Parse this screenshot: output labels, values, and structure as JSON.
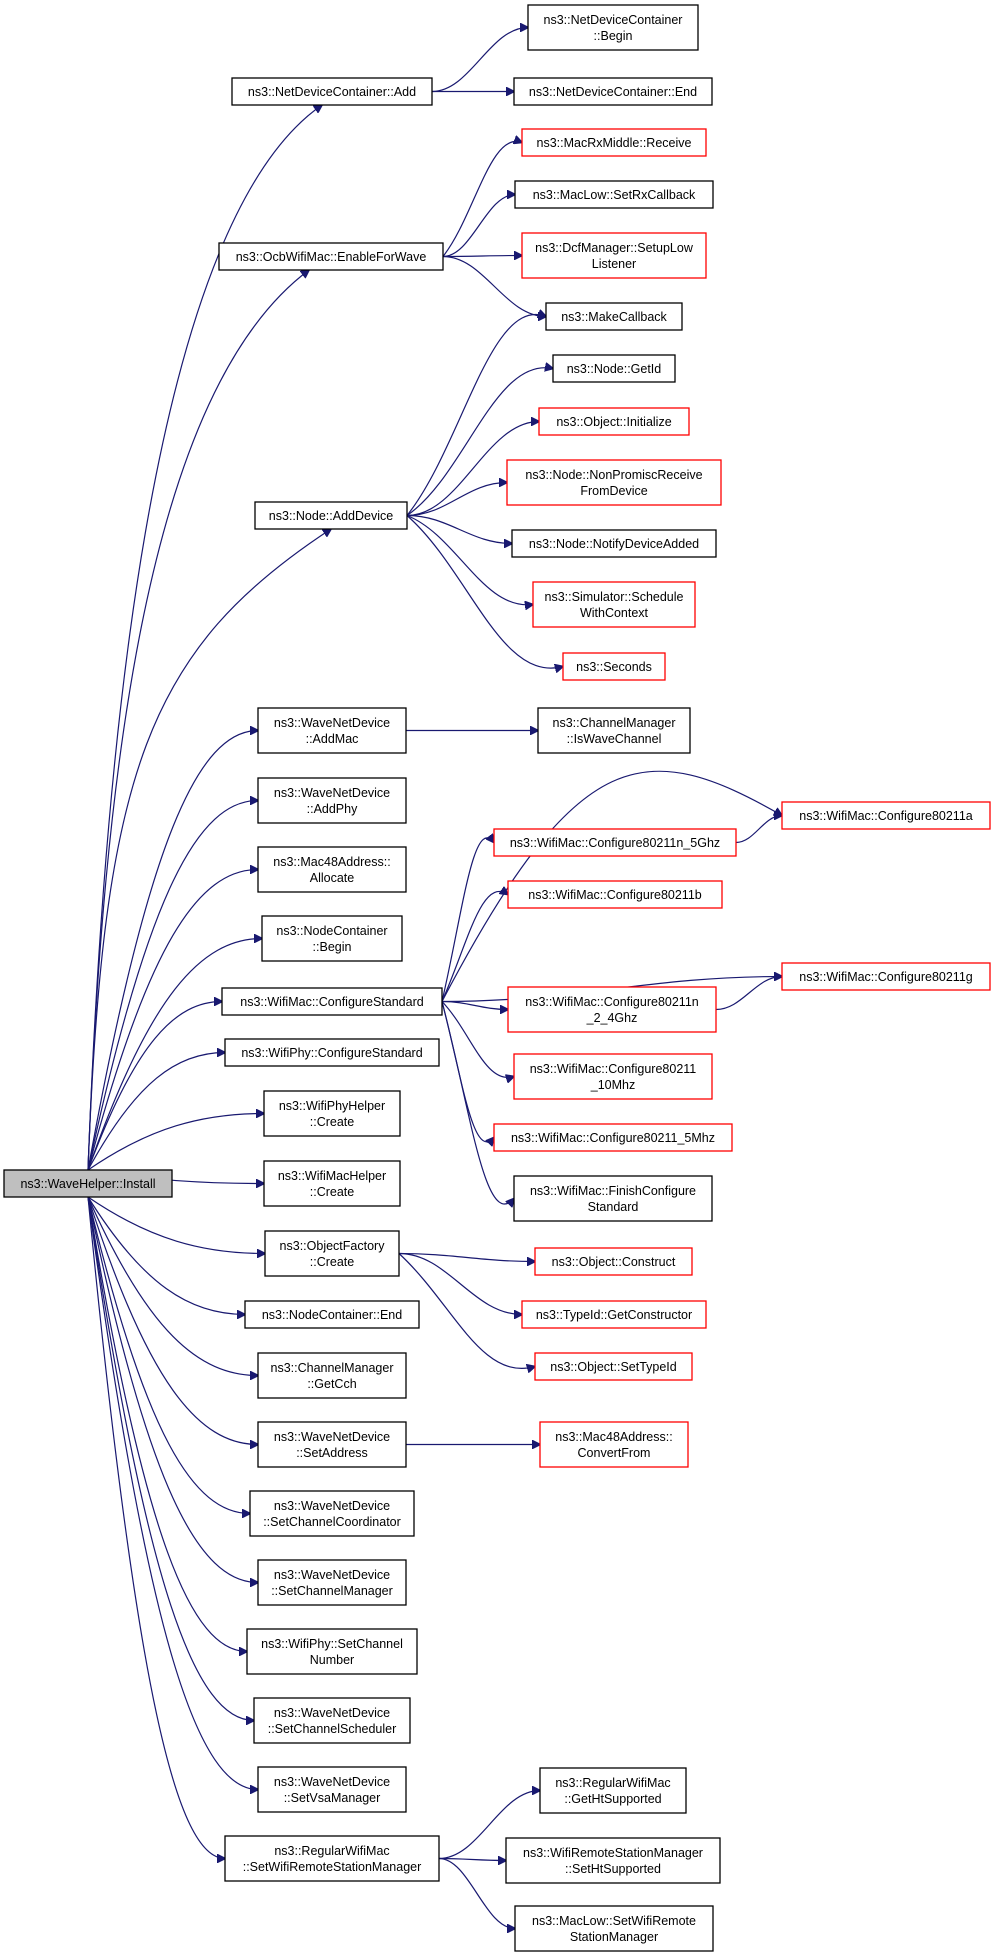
{
  "colors": {
    "edge": "#191970",
    "root_fill": "#bfbfbf",
    "node_fill": "#ffffff",
    "border_default": "#000000",
    "border_truncated": "#ff0000"
  },
  "nodes": [
    {
      "id": "install",
      "lines": [
        "ns3::WaveHelper::Install"
      ],
      "style": "root"
    },
    {
      "id": "ndc_add",
      "lines": [
        "ns3::NetDeviceContainer::Add"
      ],
      "style": "black"
    },
    {
      "id": "ndc_begin",
      "lines": [
        "ns3::NetDeviceContainer",
        "::Begin"
      ],
      "style": "black"
    },
    {
      "id": "ndc_end",
      "lines": [
        "ns3::NetDeviceContainer::End"
      ],
      "style": "black"
    },
    {
      "id": "ocb_enable",
      "lines": [
        "ns3::OcbWifiMac::EnableForWave"
      ],
      "style": "black"
    },
    {
      "id": "macrx_receive",
      "lines": [
        "ns3::MacRxMiddle::Receive"
      ],
      "style": "red"
    },
    {
      "id": "maclow_setrx",
      "lines": [
        "ns3::MacLow::SetRxCallback"
      ],
      "style": "black"
    },
    {
      "id": "dcf_setup",
      "lines": [
        "ns3::DcfManager::SetupLow",
        "Listener"
      ],
      "style": "red"
    },
    {
      "id": "makecallback",
      "lines": [
        "ns3::MakeCallback"
      ],
      "style": "black"
    },
    {
      "id": "node_getid",
      "lines": [
        "ns3::Node::GetId"
      ],
      "style": "black"
    },
    {
      "id": "obj_init",
      "lines": [
        "ns3::Object::Initialize"
      ],
      "style": "red"
    },
    {
      "id": "node_nonpromisc",
      "lines": [
        "ns3::Node::NonPromiscReceive",
        "FromDevice"
      ],
      "style": "red"
    },
    {
      "id": "node_notify",
      "lines": [
        "ns3::Node::NotifyDeviceAdded"
      ],
      "style": "black"
    },
    {
      "id": "sim_schedule",
      "lines": [
        "ns3::Simulator::Schedule",
        "WithContext"
      ],
      "style": "red"
    },
    {
      "id": "seconds",
      "lines": [
        "ns3::Seconds"
      ],
      "style": "red"
    },
    {
      "id": "node_adddevice",
      "lines": [
        "ns3::Node::AddDevice"
      ],
      "style": "black"
    },
    {
      "id": "wnd_addmac",
      "lines": [
        "ns3::WaveNetDevice",
        "::AddMac"
      ],
      "style": "black"
    },
    {
      "id": "cm_iswave",
      "lines": [
        "ns3::ChannelManager",
        "::IsWaveChannel"
      ],
      "style": "black"
    },
    {
      "id": "wnd_addphy",
      "lines": [
        "ns3::WaveNetDevice",
        "::AddPhy"
      ],
      "style": "black"
    },
    {
      "id": "mac48_alloc",
      "lines": [
        "ns3::Mac48Address::",
        "Allocate"
      ],
      "style": "black"
    },
    {
      "id": "nc_begin",
      "lines": [
        "ns3::NodeContainer",
        "::Begin"
      ],
      "style": "black"
    },
    {
      "id": "wm_configstd",
      "lines": [
        "ns3::WifiMac::ConfigureStandard"
      ],
      "style": "black"
    },
    {
      "id": "wm_80211a",
      "lines": [
        "ns3::WifiMac::Configure80211a"
      ],
      "style": "red"
    },
    {
      "id": "wm_80211n5",
      "lines": [
        "ns3::WifiMac::Configure80211n_5Ghz"
      ],
      "style": "red"
    },
    {
      "id": "wm_80211b",
      "lines": [
        "ns3::WifiMac::Configure80211b"
      ],
      "style": "red"
    },
    {
      "id": "wm_80211g",
      "lines": [
        "ns3::WifiMac::Configure80211g"
      ],
      "style": "red"
    },
    {
      "id": "wm_80211n24",
      "lines": [
        "ns3::WifiMac::Configure80211n",
        "_2_4Ghz"
      ],
      "style": "red"
    },
    {
      "id": "wm_10mhz",
      "lines": [
        "ns3::WifiMac::Configure80211",
        "_10Mhz"
      ],
      "style": "red"
    },
    {
      "id": "wm_5mhz",
      "lines": [
        "ns3::WifiMac::Configure80211_5Mhz"
      ],
      "style": "red"
    },
    {
      "id": "wm_finish",
      "lines": [
        "ns3::WifiMac::FinishConfigure",
        "Standard"
      ],
      "style": "black"
    },
    {
      "id": "wp_configstd",
      "lines": [
        "ns3::WifiPhy::ConfigureStandard"
      ],
      "style": "black"
    },
    {
      "id": "wph_create",
      "lines": [
        "ns3::WifiPhyHelper",
        "::Create"
      ],
      "style": "black"
    },
    {
      "id": "wmh_create",
      "lines": [
        "ns3::WifiMacHelper",
        "::Create"
      ],
      "style": "black"
    },
    {
      "id": "of_create",
      "lines": [
        "ns3::ObjectFactory",
        "::Create"
      ],
      "style": "black"
    },
    {
      "id": "obj_construct",
      "lines": [
        "ns3::Object::Construct"
      ],
      "style": "red"
    },
    {
      "id": "typeid_getctor",
      "lines": [
        "ns3::TypeId::GetConstructor"
      ],
      "style": "red"
    },
    {
      "id": "obj_settypeid",
      "lines": [
        "ns3::Object::SetTypeId"
      ],
      "style": "red"
    },
    {
      "id": "nc_end",
      "lines": [
        "ns3::NodeContainer::End"
      ],
      "style": "black"
    },
    {
      "id": "cm_getcch",
      "lines": [
        "ns3::ChannelManager",
        "::GetCch"
      ],
      "style": "black"
    },
    {
      "id": "wnd_setaddr",
      "lines": [
        "ns3::WaveNetDevice",
        "::SetAddress"
      ],
      "style": "black"
    },
    {
      "id": "mac48_convert",
      "lines": [
        "ns3::Mac48Address::",
        "ConvertFrom"
      ],
      "style": "red"
    },
    {
      "id": "wnd_setcoord",
      "lines": [
        "ns3::WaveNetDevice",
        "::SetChannelCoordinator"
      ],
      "style": "black"
    },
    {
      "id": "wnd_setmgr",
      "lines": [
        "ns3::WaveNetDevice",
        "::SetChannelManager"
      ],
      "style": "black"
    },
    {
      "id": "wp_setchnum",
      "lines": [
        "ns3::WifiPhy::SetChannel",
        "Number"
      ],
      "style": "black"
    },
    {
      "id": "wnd_setsched",
      "lines": [
        "ns3::WaveNetDevice",
        "::SetChannelScheduler"
      ],
      "style": "black"
    },
    {
      "id": "wnd_setvsa",
      "lines": [
        "ns3::WaveNetDevice",
        "::SetVsaManager"
      ],
      "style": "black"
    },
    {
      "id": "rwm_setrsm",
      "lines": [
        "ns3::RegularWifiMac",
        "::SetWifiRemoteStationManager"
      ],
      "style": "black"
    },
    {
      "id": "rwm_getht",
      "lines": [
        "ns3::RegularWifiMac",
        "::GetHtSupported"
      ],
      "style": "black"
    },
    {
      "id": "wrsm_setht",
      "lines": [
        "ns3::WifiRemoteStationManager",
        "::SetHtSupported"
      ],
      "style": "black"
    },
    {
      "id": "maclow_setrsm",
      "lines": [
        "ns3::MacLow::SetWifiRemote",
        "StationManager"
      ],
      "style": "black"
    }
  ],
  "edges": [
    {
      "from": "install",
      "to": "ndc_add"
    },
    {
      "from": "ndc_add",
      "to": "ndc_begin"
    },
    {
      "from": "ndc_add",
      "to": "ndc_end"
    },
    {
      "from": "install",
      "to": "ocb_enable"
    },
    {
      "from": "ocb_enable",
      "to": "macrx_receive"
    },
    {
      "from": "ocb_enable",
      "to": "maclow_setrx"
    },
    {
      "from": "ocb_enable",
      "to": "dcf_setup"
    },
    {
      "from": "ocb_enable",
      "to": "makecallback"
    },
    {
      "from": "install",
      "to": "node_adddevice"
    },
    {
      "from": "node_adddevice",
      "to": "makecallback"
    },
    {
      "from": "node_adddevice",
      "to": "node_getid"
    },
    {
      "from": "node_adddevice",
      "to": "obj_init"
    },
    {
      "from": "node_adddevice",
      "to": "node_nonpromisc"
    },
    {
      "from": "node_adddevice",
      "to": "node_notify"
    },
    {
      "from": "node_adddevice",
      "to": "sim_schedule"
    },
    {
      "from": "node_adddevice",
      "to": "seconds"
    },
    {
      "from": "install",
      "to": "wnd_addmac"
    },
    {
      "from": "wnd_addmac",
      "to": "cm_iswave"
    },
    {
      "from": "install",
      "to": "wnd_addphy"
    },
    {
      "from": "install",
      "to": "mac48_alloc"
    },
    {
      "from": "install",
      "to": "nc_begin"
    },
    {
      "from": "install",
      "to": "wm_configstd"
    },
    {
      "from": "wm_configstd",
      "to": "wm_80211a"
    },
    {
      "from": "wm_configstd",
      "to": "wm_80211n5"
    },
    {
      "from": "wm_80211n5",
      "to": "wm_80211a"
    },
    {
      "from": "wm_configstd",
      "to": "wm_80211b"
    },
    {
      "from": "wm_configstd",
      "to": "wm_80211g"
    },
    {
      "from": "wm_configstd",
      "to": "wm_80211n24"
    },
    {
      "from": "wm_80211n24",
      "to": "wm_80211g"
    },
    {
      "from": "wm_configstd",
      "to": "wm_10mhz"
    },
    {
      "from": "wm_configstd",
      "to": "wm_5mhz"
    },
    {
      "from": "wm_configstd",
      "to": "wm_finish"
    },
    {
      "from": "install",
      "to": "wp_configstd"
    },
    {
      "from": "install",
      "to": "wph_create"
    },
    {
      "from": "install",
      "to": "wmh_create"
    },
    {
      "from": "install",
      "to": "of_create"
    },
    {
      "from": "of_create",
      "to": "obj_construct"
    },
    {
      "from": "of_create",
      "to": "typeid_getctor"
    },
    {
      "from": "of_create",
      "to": "obj_settypeid"
    },
    {
      "from": "install",
      "to": "nc_end"
    },
    {
      "from": "install",
      "to": "cm_getcch"
    },
    {
      "from": "install",
      "to": "wnd_setaddr"
    },
    {
      "from": "wnd_setaddr",
      "to": "mac48_convert"
    },
    {
      "from": "install",
      "to": "wnd_setcoord"
    },
    {
      "from": "install",
      "to": "wnd_setmgr"
    },
    {
      "from": "install",
      "to": "wp_setchnum"
    },
    {
      "from": "install",
      "to": "wnd_setsched"
    },
    {
      "from": "install",
      "to": "wnd_setvsa"
    },
    {
      "from": "install",
      "to": "rwm_setrsm"
    },
    {
      "from": "rwm_setrsm",
      "to": "rwm_getht"
    },
    {
      "from": "rwm_setrsm",
      "to": "wrsm_setht"
    },
    {
      "from": "rwm_setrsm",
      "to": "maclow_setrsm"
    }
  ]
}
